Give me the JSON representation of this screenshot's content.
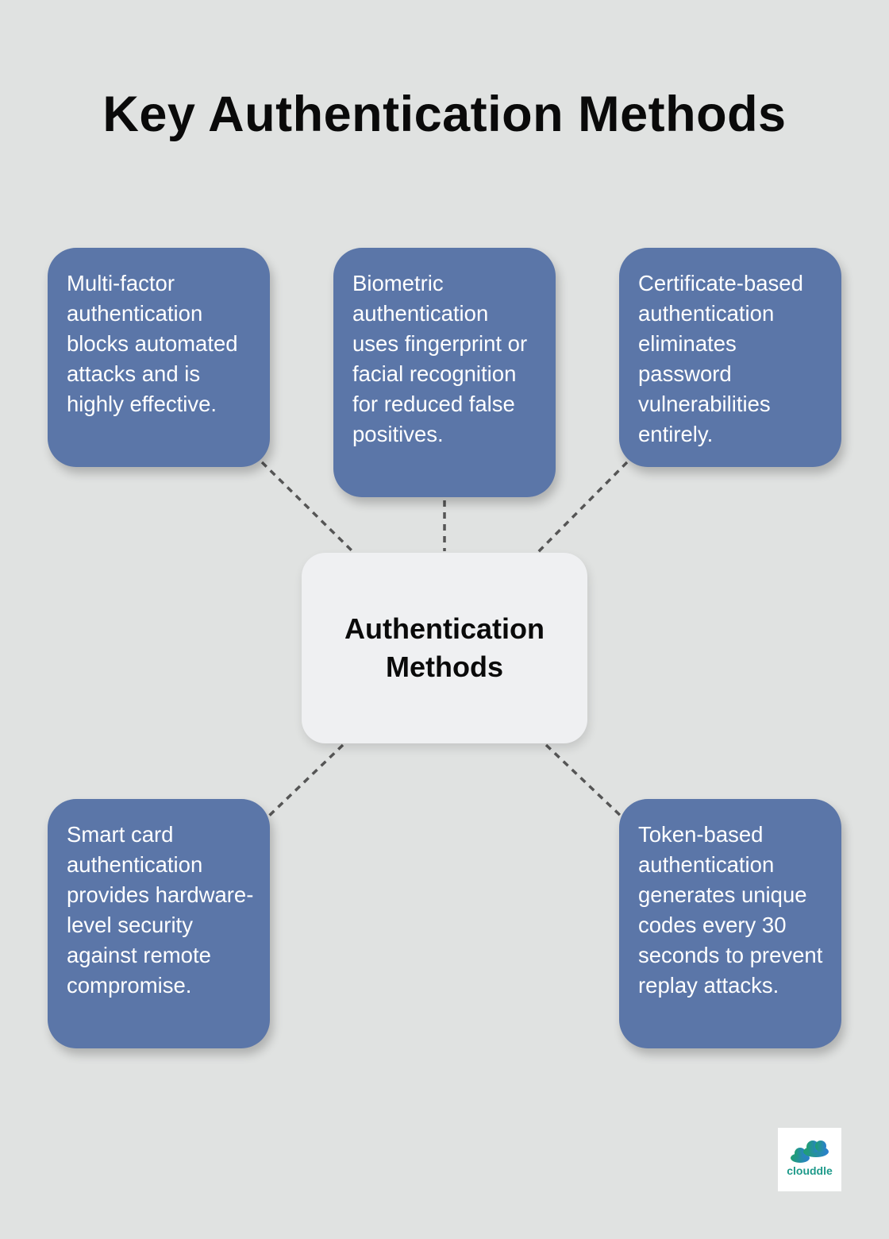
{
  "title": "Key Authentication Methods",
  "center": {
    "label": "Authentication Methods"
  },
  "methods": [
    {
      "text": "Multi-factor authentication blocks automated attacks and is highly effective."
    },
    {
      "text": "Biometric authentication uses fingerprint or facial recognition for reduced false positives."
    },
    {
      "text": "Certificate-based authentication eliminates password vulnerabilities entirely."
    },
    {
      "text": "Smart card authentication provides hardware-level security against remote compromise."
    },
    {
      "text": "Token-based authentication generates unique codes every 30 seconds to prevent replay attacks."
    }
  ],
  "logo": {
    "text": "clouddle"
  },
  "colors": {
    "box": "#5b76a8",
    "center": "#eff0f2",
    "background": "#e0e2e1",
    "connector": "#555555"
  }
}
